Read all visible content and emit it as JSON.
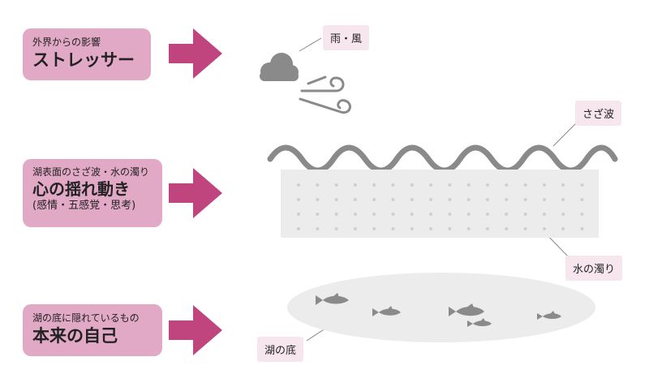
{
  "rows": [
    {
      "small": "外界からの影響",
      "big": "ストレッサー",
      "extra": ""
    },
    {
      "small": "湖表面のさざ波・水の濁り",
      "big": "心の揺れ動き",
      "extra": "(感情・五感覚・思考)"
    },
    {
      "small": "湖の底に隠れているもの",
      "big": "本来の自己",
      "extra": ""
    }
  ],
  "labels": {
    "rain_wind": "雨・風",
    "ripples": "さざ波",
    "turbidity": "水の濁り",
    "lake_bottom": "湖の底"
  },
  "icons": [
    "cloud-icon",
    "wind-icon",
    "fish-icon"
  ],
  "colors": {
    "box": "#e2a9c6",
    "arrow": "#c0457f",
    "label_bg": "#f8e6ee",
    "gray": "#888888"
  }
}
